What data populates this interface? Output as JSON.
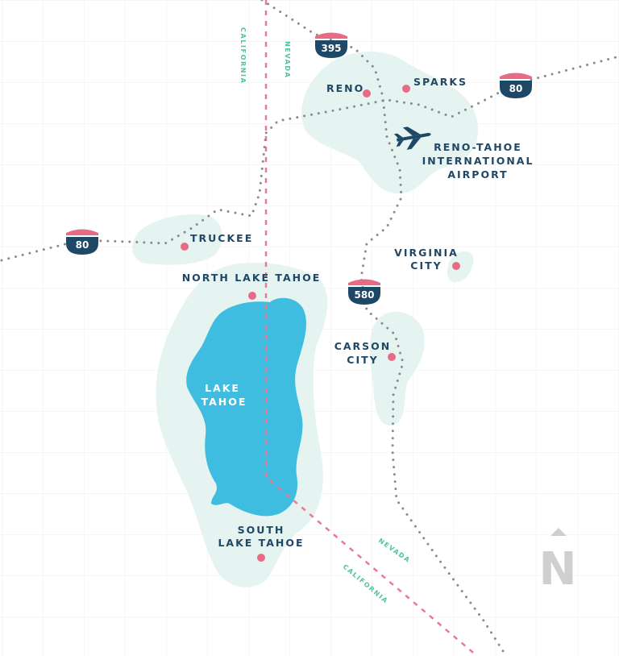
{
  "colors": {
    "lake": "#3fbde0",
    "land": "#e5f4f1",
    "city_dot": "#e86b86",
    "label": "#1f4766",
    "state_label": "#4cc2a0",
    "road": "#8a8a8a",
    "border": "#e87b93",
    "compass": "#cfcfcf"
  },
  "cities": {
    "reno": "RENO",
    "sparks": "SPARKS",
    "truckee": "TRUCKEE",
    "virginia_city": [
      "VIRGINIA",
      "CITY"
    ],
    "north_lake_tahoe": "NORTH LAKE TAHOE",
    "carson_city": [
      "CARSON",
      "CITY"
    ],
    "south_lake_tahoe": [
      "SOUTH",
      "LAKE TAHOE"
    ]
  },
  "airport": {
    "icon": "airplane-icon",
    "lines": [
      "RENO-TAHOE",
      "INTERNATIONAL",
      "AIRPORT"
    ]
  },
  "lake": [
    "LAKE",
    "TAHOE"
  ],
  "highways": {
    "i395": "395",
    "i80_east": "80",
    "i80_west": "80",
    "i580": "580"
  },
  "states": {
    "top_california": "CALIFORNIA",
    "top_nevada": "NEVADA",
    "bottom_nevada": "NEVADA",
    "bottom_california": "CALIFORNIA"
  },
  "compass": {
    "letter": "N",
    "icon": "north-arrow-icon"
  }
}
